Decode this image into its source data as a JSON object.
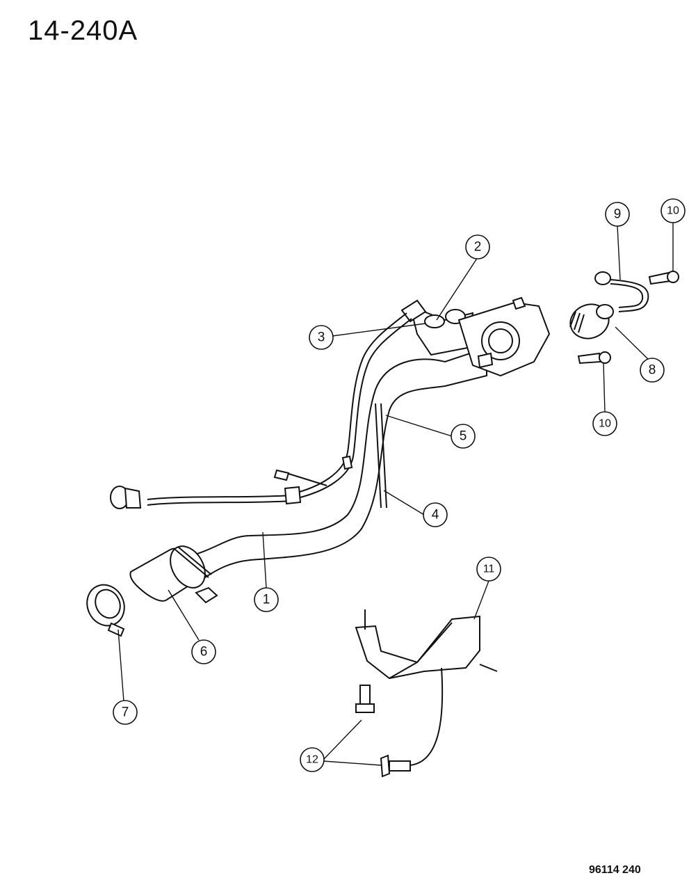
{
  "header": {
    "page_code": "14-240A"
  },
  "footer": {
    "image_code": "96114  240"
  },
  "callouts": {
    "c1": "1",
    "c2": "2",
    "c3": "3",
    "c4": "4",
    "c5": "5",
    "c6": "6",
    "c7": "7",
    "c8": "8",
    "c9": "9",
    "c10a": "10",
    "c10b": "10",
    "c11": "11",
    "c12": "12"
  }
}
